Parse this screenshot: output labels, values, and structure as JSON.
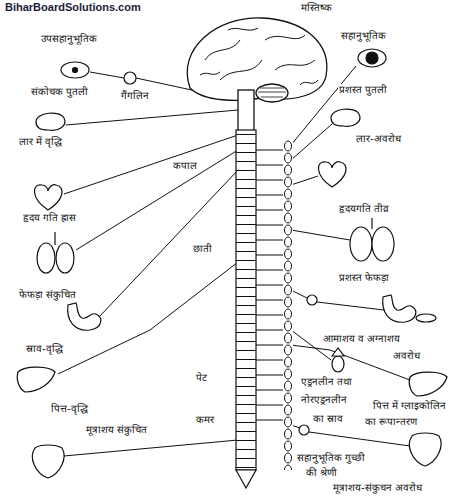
{
  "diagram": {
    "labels": [
      "BiharBoardSolutions.com",
      "मस्तिष्क",
      "उपसहानुभूतिक",
      "संकोचक पुतली",
      "गैंगलिन",
      "लार में वृद्धि",
      "कपाल",
      "हृदय गति ह्रास",
      "छाती",
      "फेफड़ा संकुचित",
      "स्राव-वृद्धि",
      "पेट",
      "पित्त-वृद्धि",
      "कमर",
      "मूत्राशय संकुचित",
      "सहानुभूतिक",
      "प्रशस्त पुतली",
      "लार-अवरोध",
      "हृदयगति तीव्र",
      "प्रशस्त फेफड़ा",
      "आमाशय व अग्नाशय",
      "अवरोध",
      "एड्रनलीन तथा",
      "नोरएड्रनलीन",
      "का स्राव",
      "पित्त में ग्लाइकोलिन",
      "का रूपान्तरण",
      "सहानुभूतिक गुच्छी",
      "की श्रेणी",
      "मूत्राशय-संकुचन अवरोध"
    ]
  }
}
